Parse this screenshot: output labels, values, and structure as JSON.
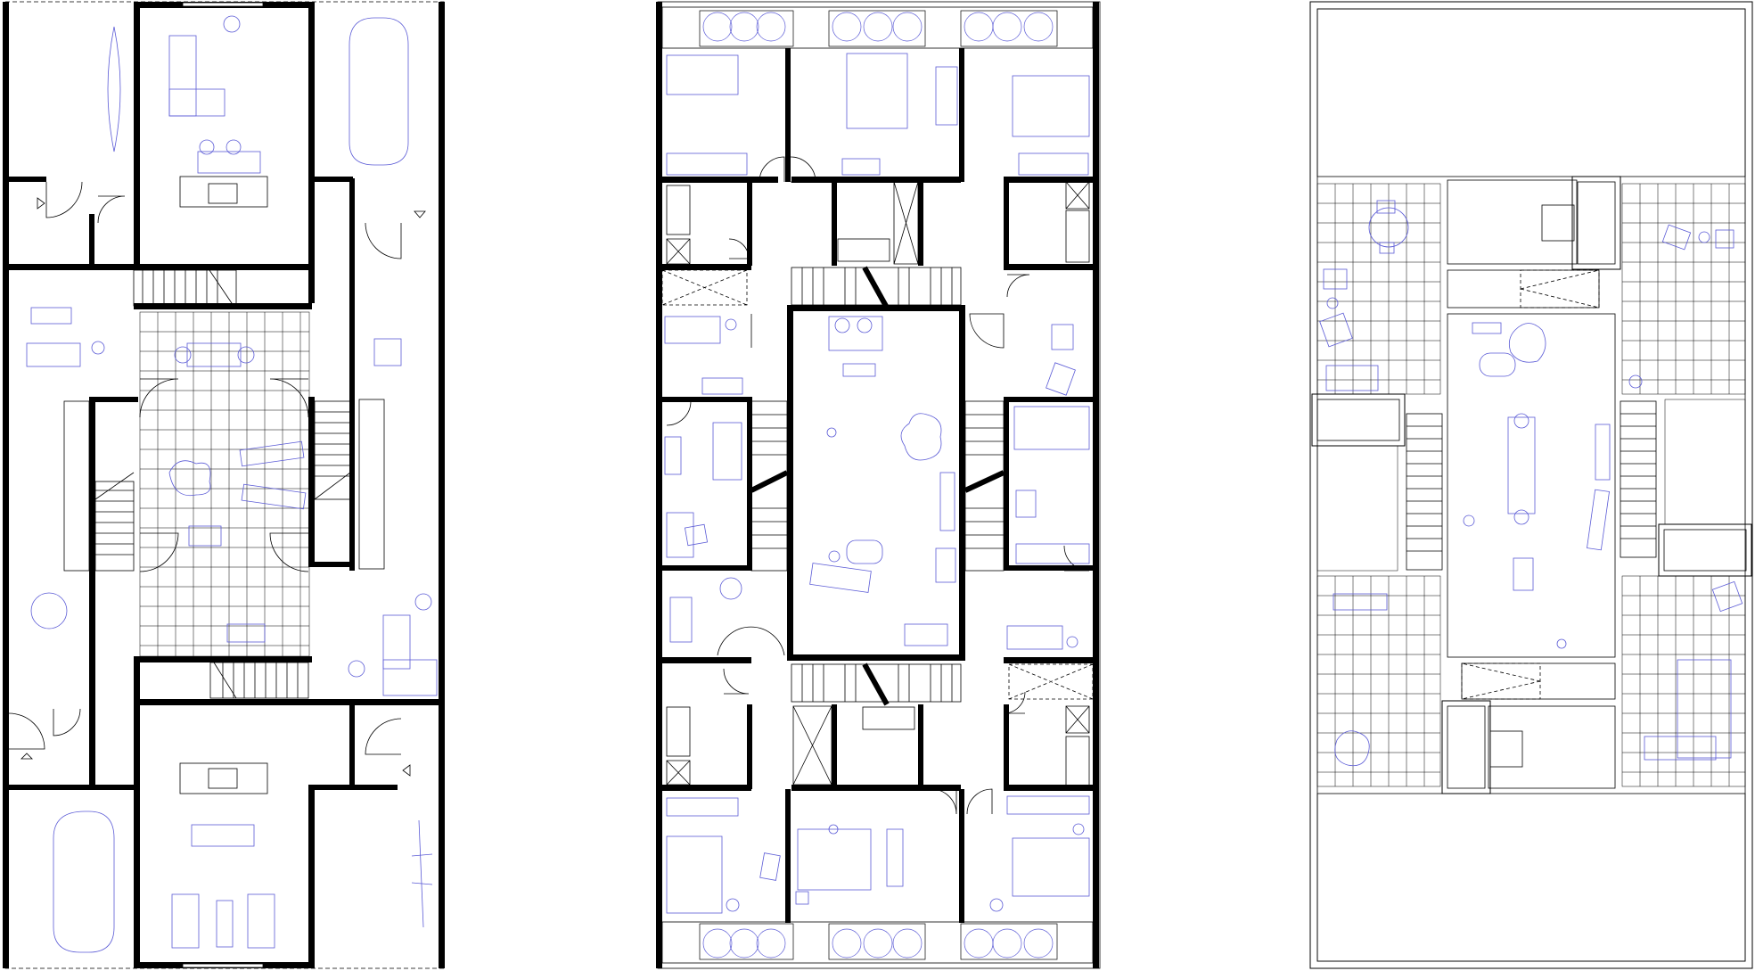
{
  "drawing": {
    "subject": "",
    "plans": [
      {
        "id": "plan-ground"
      },
      {
        "id": "plan-upper"
      },
      {
        "id": "plan-roof"
      }
    ]
  },
  "colors": {
    "wall": "#000000",
    "line": "#000000",
    "furniture": "#5b5bd6",
    "background": "#ffffff"
  }
}
